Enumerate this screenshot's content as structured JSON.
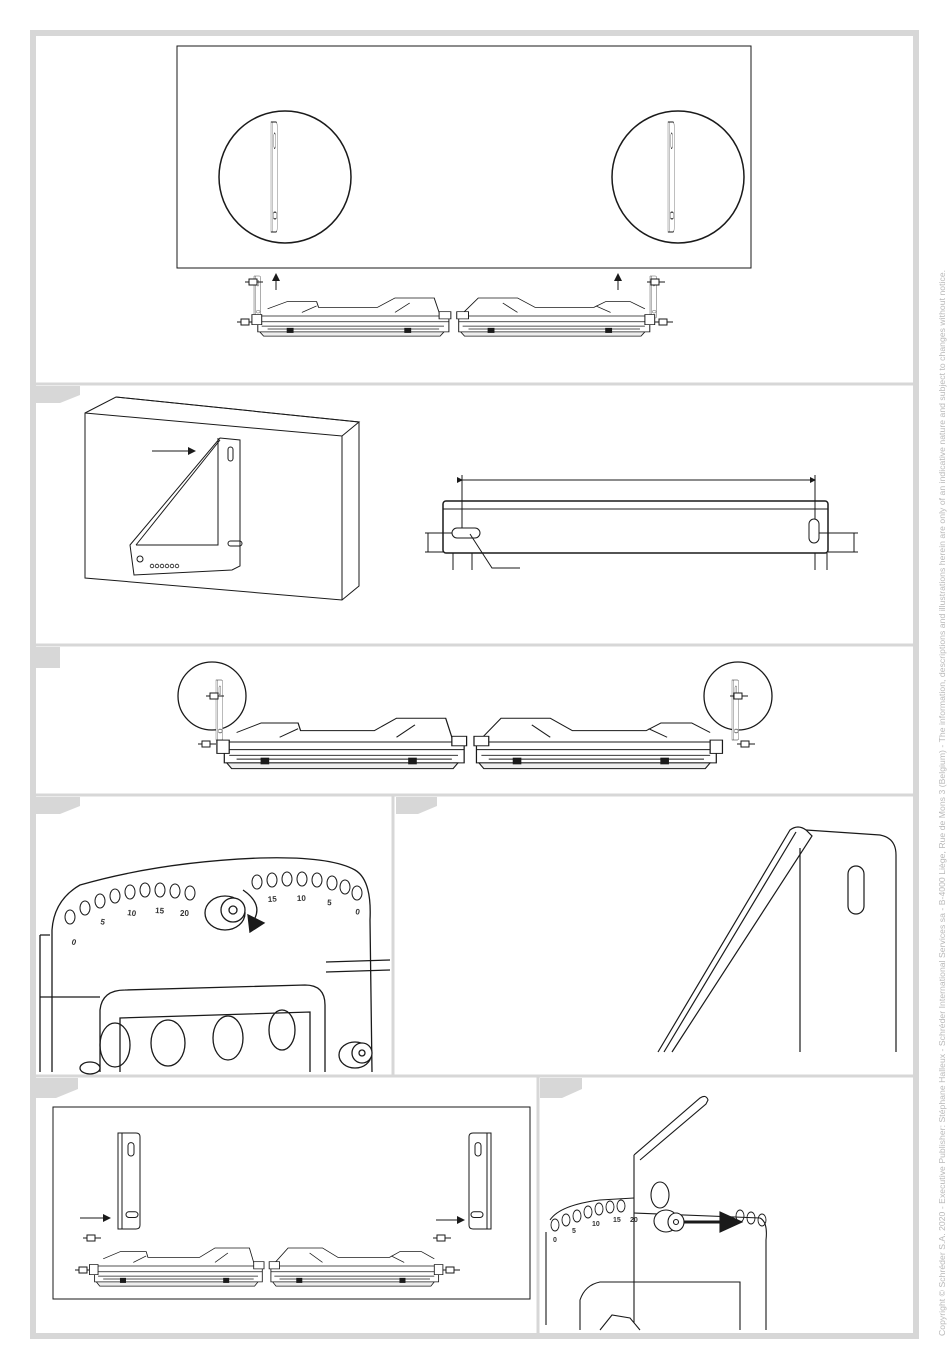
{
  "colors": {
    "frame": "#d7d7d7",
    "line": "#1a1a1a",
    "tab": "#d7d7d7",
    "footer_text": "#b8b8b8"
  },
  "icons": [
    "arrow-icon",
    "screw-icon",
    "magnifier-circle-icon",
    "wall-bracket-icon",
    "rotation-arrow-icon"
  ],
  "bracket_scale": {
    "left": [
      "0",
      "5",
      "10",
      "15",
      "20"
    ],
    "right": [
      "15",
      "10",
      "5",
      "0"
    ]
  },
  "detail_scale": [
    "0",
    "5",
    "10",
    "15",
    "20"
  ],
  "footer": {
    "copyright": "Copyright © Schréder S.A. 2020 - Executive Publisher: Stéphane Halleux - Schréder International Services sa - B-4000 Liège, Rue de Mons 3 (Belgium) - The information, descriptions and illustrations herein are only of an indicative nature and subject to changes without notice."
  }
}
